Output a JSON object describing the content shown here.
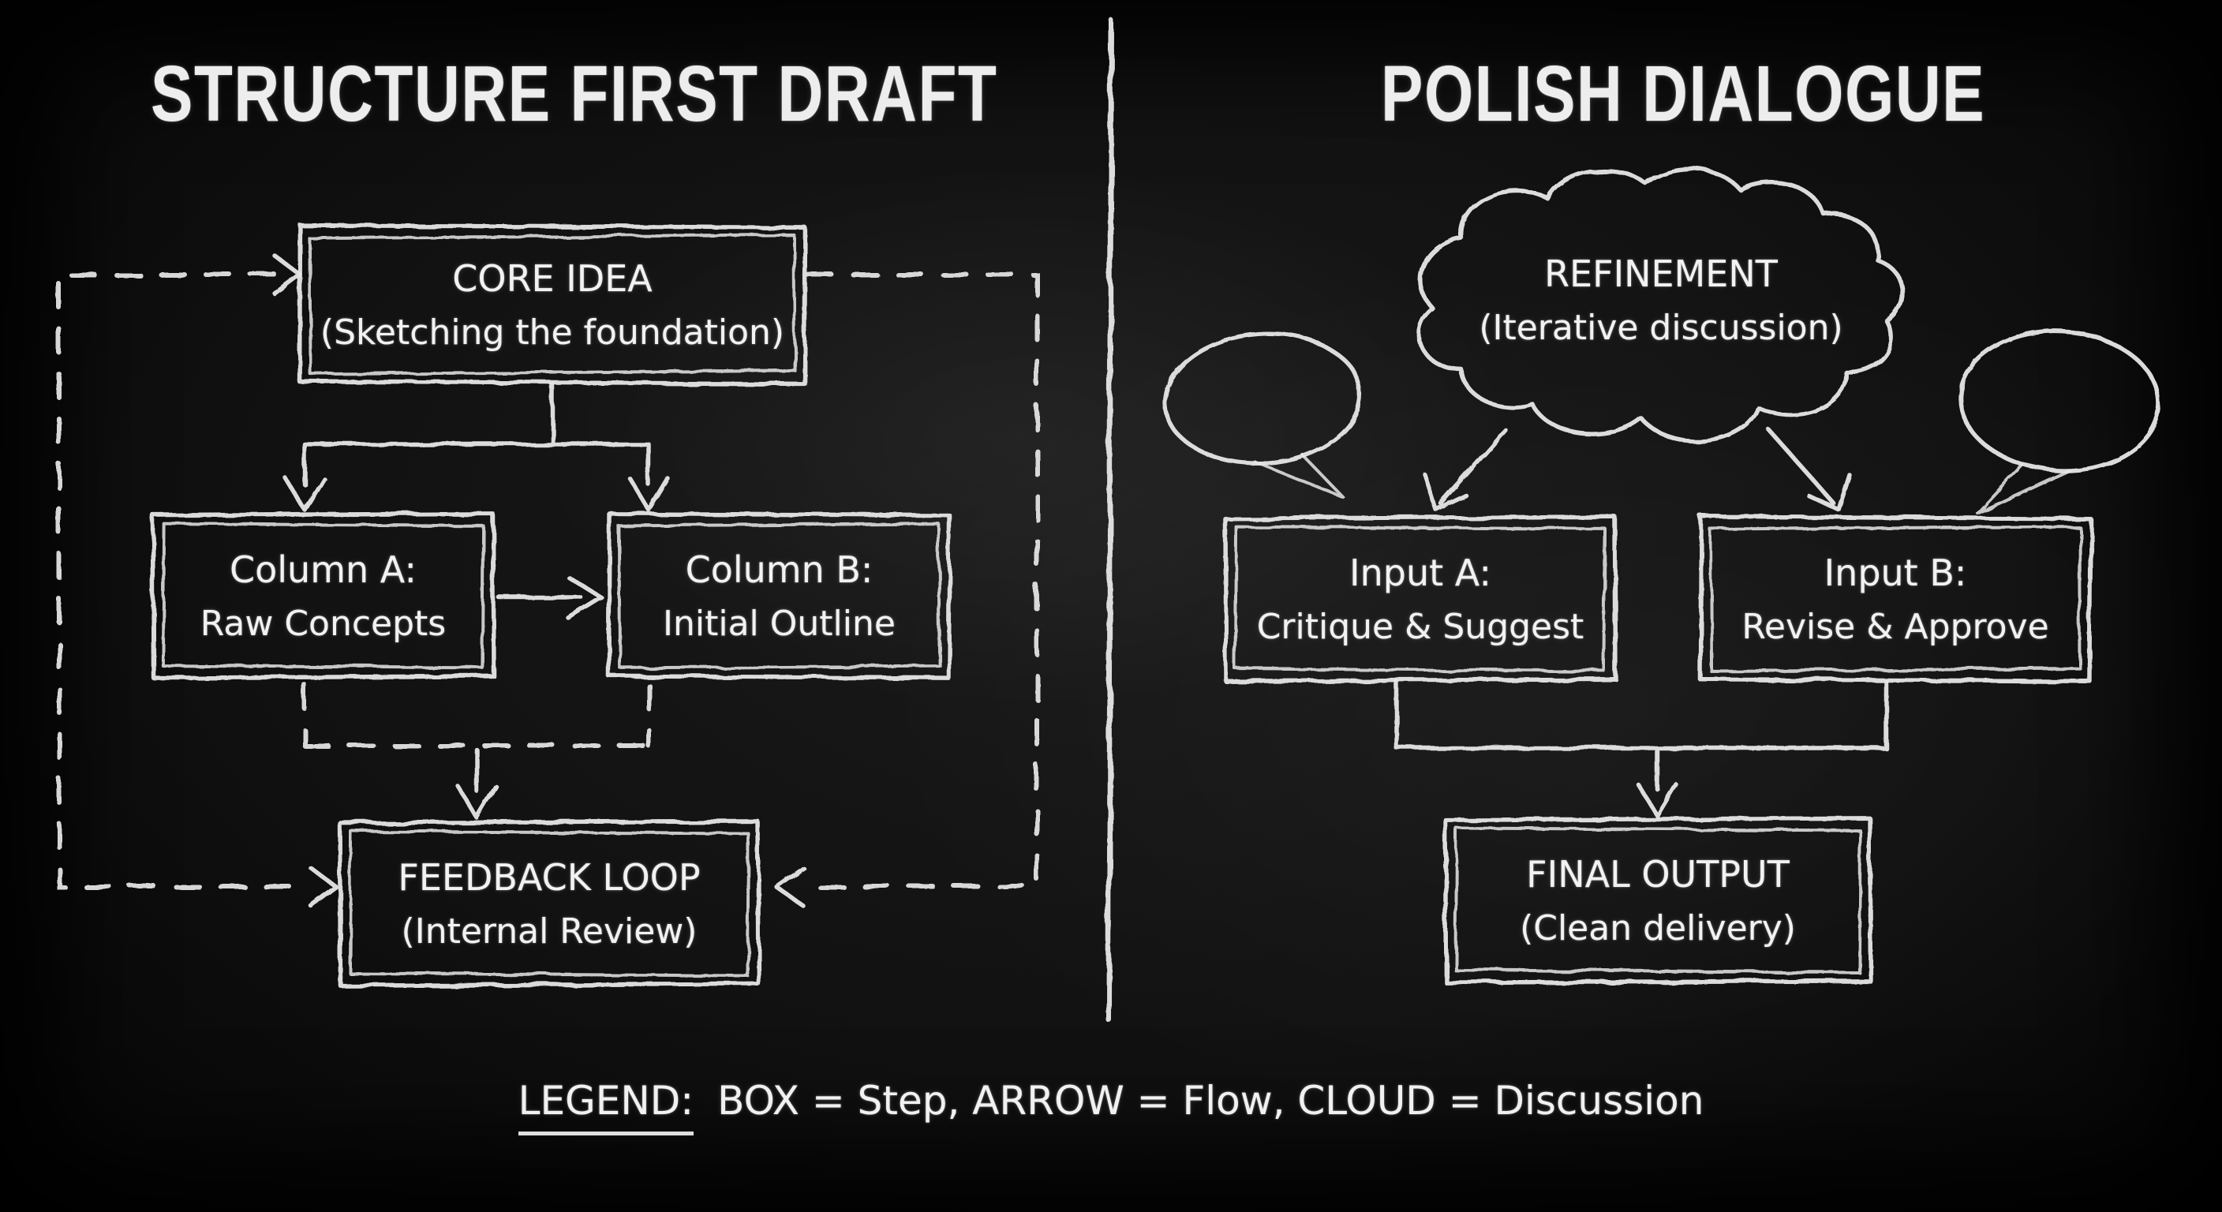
{
  "left_panel": {
    "title": "STRUCTURE FIRST DRAFT",
    "core_idea": {
      "line1": "CORE IDEA",
      "line2": "(Sketching the foundation)"
    },
    "column_a": {
      "line1": "Column A:",
      "line2": "Raw Concepts"
    },
    "column_b": {
      "line1": "Column B:",
      "line2": "Initial Outline"
    },
    "feedback_loop": {
      "line1": "FEEDBACK LOOP",
      "line2": "(Internal Review)"
    }
  },
  "right_panel": {
    "title": "POLISH DIALOGUE",
    "refinement_cloud": {
      "line1": "REFINEMENT",
      "line2": "(Iterative discussion)"
    },
    "input_a": {
      "line1": "Input A:",
      "line2": "Critique & Suggest"
    },
    "input_b": {
      "line1": "Input B:",
      "line2": "Revise & Approve"
    },
    "final_output": {
      "line1": "FINAL OUTPUT",
      "line2": "(Clean delivery)"
    }
  },
  "legend": {
    "label": "LEGEND:",
    "text": "BOX = Step, ARROW = Flow, CLOUD = Discussion"
  },
  "colors": {
    "background": "#111111",
    "chalk": "#e7e7e7"
  }
}
